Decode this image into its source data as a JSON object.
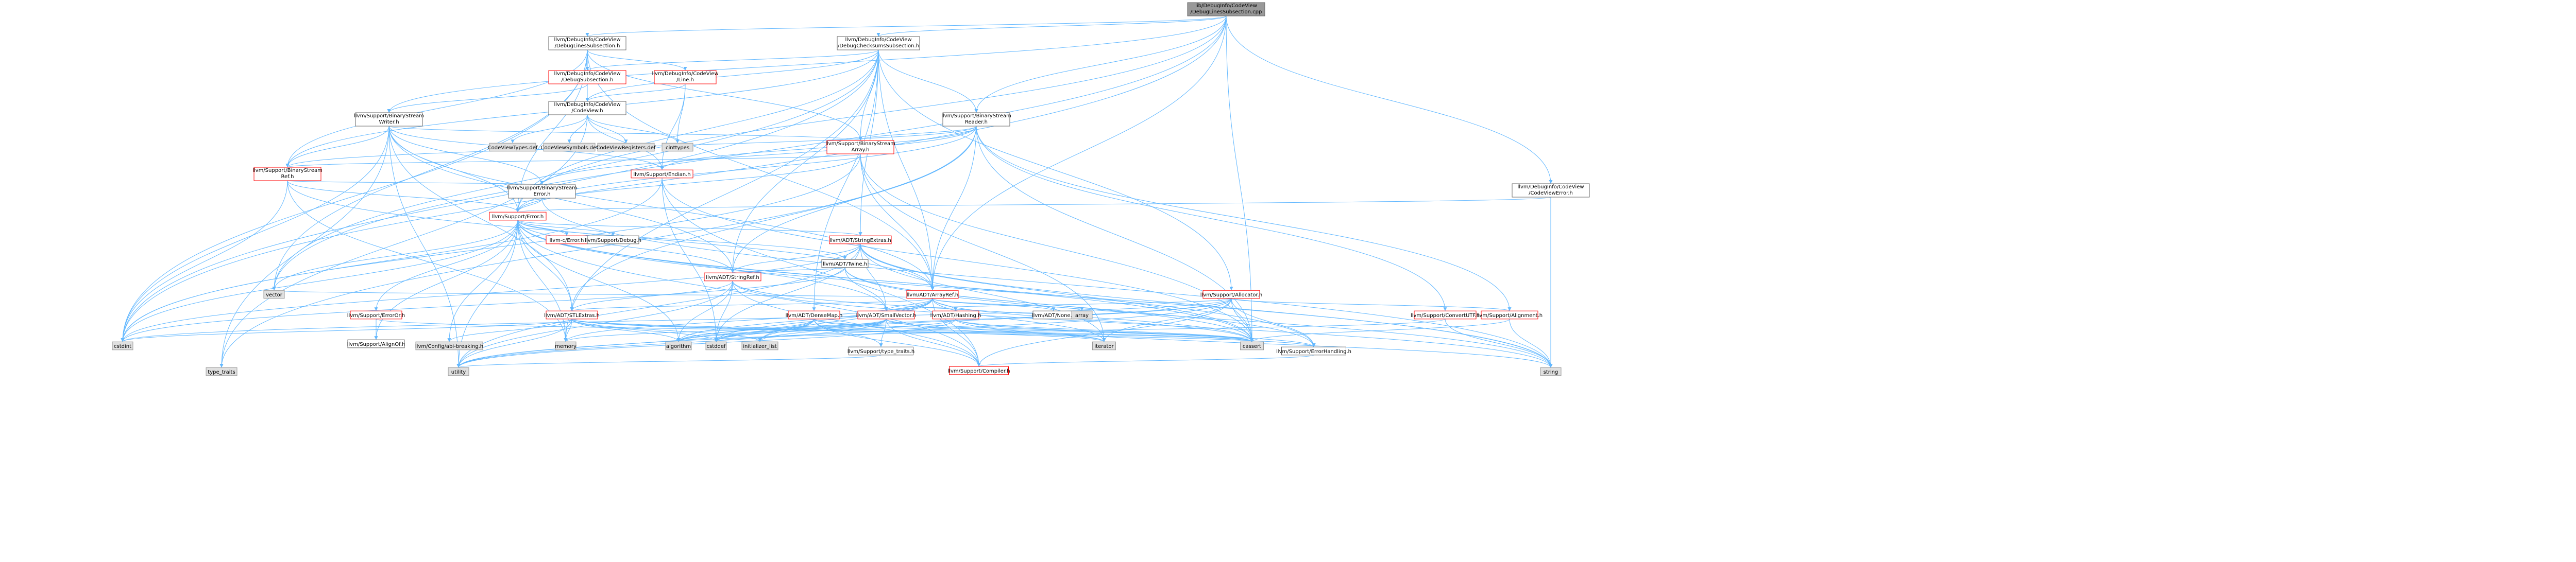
{
  "palette": {
    "root_fill": "#999999",
    "plain_fill": "#ffffff",
    "gray_fill": "#e0e0e0",
    "red_border": "#ff0000",
    "black_border": "#666666",
    "gray_border": "#999999",
    "edge": "#63b8ff"
  },
  "nodes": [
    {
      "id": "root",
      "lines": [
        "lib/DebugInfo/CodeView",
        "/DebugLinesSubsection.cpp"
      ],
      "style": "root"
    },
    {
      "id": "dls_h",
      "lines": [
        "llvm/DebugInfo/CodeView",
        "/DebugLinesSubsection.h"
      ],
      "style": "plain"
    },
    {
      "id": "dcs_h",
      "lines": [
        "llvm/DebugInfo/CodeView",
        "/DebugChecksumsSubsection.h"
      ],
      "style": "plain"
    },
    {
      "id": "ds_h",
      "lines": [
        "llvm/DebugInfo/CodeView",
        "/DebugSubsection.h"
      ],
      "style": "red"
    },
    {
      "id": "line_h",
      "lines": [
        "llvm/DebugInfo/CodeView",
        "/Line.h"
      ],
      "style": "red"
    },
    {
      "id": "cv_h",
      "lines": [
        "llvm/DebugInfo/CodeView",
        "/CodeView.h"
      ],
      "style": "plain"
    },
    {
      "id": "bsw_h",
      "lines": [
        "llvm/Support/BinaryStream",
        "Writer.h"
      ],
      "style": "plain"
    },
    {
      "id": "bsr_h",
      "lines": [
        "llvm/Support/BinaryStream",
        "Reader.h"
      ],
      "style": "plain"
    },
    {
      "id": "cve_h",
      "lines": [
        "llvm/DebugInfo/CodeView",
        "/CodeViewError.h"
      ],
      "style": "plain"
    },
    {
      "id": "cvtypes",
      "lines": [
        "CodeViewTypes.def"
      ],
      "style": "gray"
    },
    {
      "id": "cvsym",
      "lines": [
        "CodeViewSymbols.def"
      ],
      "style": "gray"
    },
    {
      "id": "cvreg",
      "lines": [
        "CodeViewRegisters.def"
      ],
      "style": "gray"
    },
    {
      "id": "cinttypes",
      "lines": [
        "cinttypes"
      ],
      "style": "gray"
    },
    {
      "id": "bsa_h",
      "lines": [
        "llvm/Support/BinaryStream",
        "Array.h"
      ],
      "style": "red"
    },
    {
      "id": "bsref_h",
      "lines": [
        "llvm/Support/BinaryStream",
        "Ref.h"
      ],
      "style": "red"
    },
    {
      "id": "endian_h",
      "lines": [
        "llvm/Support/Endian.h"
      ],
      "style": "red"
    },
    {
      "id": "bse_h",
      "lines": [
        "llvm/Support/BinaryStream",
        "Error.h"
      ],
      "style": "plain"
    },
    {
      "id": "error_h",
      "lines": [
        "llvm/Support/Error.h"
      ],
      "style": "red"
    },
    {
      "id": "cerror",
      "lines": [
        "llvm-c/Error.h"
      ],
      "style": "red"
    },
    {
      "id": "debug_h",
      "lines": [
        "llvm/Support/Debug.h"
      ],
      "style": "plain"
    },
    {
      "id": "strext",
      "lines": [
        "llvm/ADT/StringExtras.h"
      ],
      "style": "red"
    },
    {
      "id": "twine",
      "lines": [
        "llvm/ADT/Twine.h"
      ],
      "style": "plain"
    },
    {
      "id": "strref",
      "lines": [
        "llvm/ADT/StringRef.h"
      ],
      "style": "red"
    },
    {
      "id": "arrref",
      "lines": [
        "llvm/ADT/ArrayRef.h"
      ],
      "style": "red"
    },
    {
      "id": "alloc",
      "lines": [
        "llvm/Support/Allocator.h"
      ],
      "style": "red"
    },
    {
      "id": "erroror",
      "lines": [
        "llvm/Support/ErrorOr.h"
      ],
      "style": "red"
    },
    {
      "id": "stlext",
      "lines": [
        "llvm/ADT/STLExtras.h"
      ],
      "style": "red"
    },
    {
      "id": "densemap",
      "lines": [
        "llvm/ADT/DenseMap.h"
      ],
      "style": "red"
    },
    {
      "id": "smallvec",
      "lines": [
        "llvm/ADT/SmallVector.h"
      ],
      "style": "red"
    },
    {
      "id": "hashing",
      "lines": [
        "llvm/ADT/Hashing.h"
      ],
      "style": "red"
    },
    {
      "id": "none",
      "lines": [
        "llvm/ADT/None.h"
      ],
      "style": "plain"
    },
    {
      "id": "convutf",
      "lines": [
        "llvm/Support/ConvertUTF.h"
      ],
      "style": "red"
    },
    {
      "id": "align",
      "lines": [
        "llvm/Support/Alignment.h"
      ],
      "style": "red"
    },
    {
      "id": "alignof",
      "lines": [
        "llvm/Support/AlignOf.h"
      ],
      "style": "plain"
    },
    {
      "id": "cfgbrk",
      "lines": [
        "llvm/Config/abi-breaking.h"
      ],
      "style": "gray"
    },
    {
      "id": "typetraits_l",
      "lines": [
        "llvm/Support/type_traits.h"
      ],
      "style": "plain"
    },
    {
      "id": "errhandling",
      "lines": [
        "llvm/Support/ErrorHandling.h"
      ],
      "style": "plain"
    },
    {
      "id": "compiler",
      "lines": [
        "llvm/Support/Compiler.h"
      ],
      "style": "red"
    },
    {
      "id": "vector",
      "lines": [
        "vector"
      ],
      "style": "gray"
    },
    {
      "id": "cstdint",
      "lines": [
        "cstdint"
      ],
      "style": "gray"
    },
    {
      "id": "memory",
      "lines": [
        "memory"
      ],
      "style": "gray"
    },
    {
      "id": "algorithm",
      "lines": [
        "algorithm"
      ],
      "style": "gray"
    },
    {
      "id": "cstddef",
      "lines": [
        "cstddef"
      ],
      "style": "gray"
    },
    {
      "id": "initlist",
      "lines": [
        "initializer_list"
      ],
      "style": "gray"
    },
    {
      "id": "iterator",
      "lines": [
        "iterator"
      ],
      "style": "gray"
    },
    {
      "id": "cassert",
      "lines": [
        "cassert"
      ],
      "style": "gray"
    },
    {
      "id": "array",
      "lines": [
        "array"
      ],
      "style": "gray"
    },
    {
      "id": "typetraits",
      "lines": [
        "type_traits"
      ],
      "style": "gray"
    },
    {
      "id": "utility",
      "lines": [
        "utility"
      ],
      "style": "gray"
    },
    {
      "id": "string",
      "lines": [
        "string"
      ],
      "style": "gray"
    }
  ],
  "edges": [
    [
      "root",
      "dls_h"
    ],
    [
      "root",
      "dcs_h"
    ],
    [
      "root",
      "cve_h"
    ],
    [
      "root",
      "bsr_h"
    ],
    [
      "root",
      "bsw_h"
    ],
    [
      "root",
      "error_h"
    ],
    [
      "root",
      "arrref"
    ],
    [
      "root",
      "cassert"
    ],
    [
      "root",
      "cstdint"
    ],
    [
      "root",
      "vector"
    ],
    [
      "dls_h",
      "ds_h"
    ],
    [
      "dls_h",
      "line_h"
    ],
    [
      "dls_h",
      "cv_h"
    ],
    [
      "dls_h",
      "bsa_h"
    ],
    [
      "dls_h",
      "bsref_h"
    ],
    [
      "dls_h",
      "error_h"
    ],
    [
      "dls_h",
      "arrref"
    ],
    [
      "dls_h",
      "cstdint"
    ],
    [
      "dls_h",
      "vector"
    ],
    [
      "dcs_h",
      "ds_h"
    ],
    [
      "dcs_h",
      "cv_h"
    ],
    [
      "dcs_h",
      "bsr_h"
    ],
    [
      "dcs_h",
      "bsa_h"
    ],
    [
      "dcs_h",
      "bsref_h"
    ],
    [
      "dcs_h",
      "error_h"
    ],
    [
      "dcs_h",
      "strext"
    ],
    [
      "dcs_h",
      "arrref"
    ],
    [
      "dcs_h",
      "strref"
    ],
    [
      "dcs_h",
      "densemap"
    ],
    [
      "dcs_h",
      "alloc"
    ],
    [
      "dcs_h",
      "memory"
    ],
    [
      "dcs_h",
      "cstdint"
    ],
    [
      "dcs_h",
      "vector"
    ],
    [
      "ds_h",
      "cv_h"
    ],
    [
      "ds_h",
      "bsw_h"
    ],
    [
      "line_h",
      "cv_h"
    ],
    [
      "line_h",
      "endian_h"
    ],
    [
      "line_h",
      "cinttypes"
    ],
    [
      "cv_h",
      "cvtypes"
    ],
    [
      "cv_h",
      "cvsym"
    ],
    [
      "cv_h",
      "cvreg"
    ],
    [
      "cv_h",
      "cinttypes"
    ],
    [
      "cv_h",
      "endian_h"
    ],
    [
      "cv_h",
      "typetraits"
    ],
    [
      "bsw_h",
      "bsa_h"
    ],
    [
      "bsw_h",
      "bsref_h"
    ],
    [
      "bsw_h",
      "bse_h"
    ],
    [
      "bsw_h",
      "endian_h"
    ],
    [
      "bsw_h",
      "error_h"
    ],
    [
      "bsw_h",
      "arrref"
    ],
    [
      "bsw_h",
      "stlext"
    ],
    [
      "bsw_h",
      "strref"
    ],
    [
      "bsw_h",
      "cstdint"
    ],
    [
      "bsw_h",
      "typetraits"
    ],
    [
      "bsw_h",
      "utility"
    ],
    [
      "bsr_h",
      "bsa_h"
    ],
    [
      "bsr_h",
      "bsref_h"
    ],
    [
      "bsr_h",
      "bse_h"
    ],
    [
      "bsr_h",
      "endian_h"
    ],
    [
      "bsr_h",
      "error_h"
    ],
    [
      "bsr_h",
      "convutf"
    ],
    [
      "bsr_h",
      "align"
    ],
    [
      "bsr_h",
      "arrref"
    ],
    [
      "bsr_h",
      "stlext"
    ],
    [
      "bsr_h",
      "strref"
    ],
    [
      "bsr_h",
      "typetraits"
    ],
    [
      "bsr_h",
      "cassert"
    ],
    [
      "cve_h",
      "error_h"
    ],
    [
      "cve_h",
      "string"
    ],
    [
      "bsa_h",
      "bsref_h"
    ],
    [
      "bsa_h",
      "error_h"
    ],
    [
      "bsa_h",
      "arrref"
    ],
    [
      "bsa_h",
      "iterator"
    ],
    [
      "bsa_h",
      "cassert"
    ],
    [
      "bsa_h",
      "cstdint"
    ],
    [
      "bsref_h",
      "bse_h"
    ],
    [
      "bsref_h",
      "error_h"
    ],
    [
      "bsref_h",
      "arrref"
    ],
    [
      "bsref_h",
      "memory"
    ],
    [
      "bsref_h",
      "cstdint"
    ],
    [
      "endian_h",
      "compiler"
    ],
    [
      "endian_h",
      "cassert"
    ],
    [
      "endian_h",
      "cstddef"
    ],
    [
      "endian_h",
      "cstdint"
    ],
    [
      "endian_h",
      "type_traits"
    ],
    [
      "bse_h",
      "error_h"
    ],
    [
      "bse_h",
      "string"
    ],
    [
      "error_h",
      "cerror"
    ],
    [
      "error_h",
      "debug_h"
    ],
    [
      "error_h",
      "strext"
    ],
    [
      "error_h",
      "twine"
    ],
    [
      "error_h",
      "strref"
    ],
    [
      "error_h",
      "stlext"
    ],
    [
      "error_h",
      "smallvec"
    ],
    [
      "error_h",
      "cfgbrk"
    ],
    [
      "error_h",
      "alignof"
    ],
    [
      "error_h",
      "compiler"
    ],
    [
      "error_h",
      "errhandling"
    ],
    [
      "error_h",
      "erroror"
    ],
    [
      "error_h",
      "algorithm"
    ],
    [
      "error_h",
      "cassert"
    ],
    [
      "error_h",
      "cstdint"
    ],
    [
      "error_h",
      "cstdlib"
    ],
    [
      "error_h",
      "functional"
    ],
    [
      "error_h",
      "memory"
    ],
    [
      "error_h",
      "new"
    ],
    [
      "error_h",
      "string"
    ],
    [
      "error_h",
      "system_error"
    ],
    [
      "error_h",
      "type_traits"
    ],
    [
      "error_h",
      "utility"
    ],
    [
      "error_h",
      "vector"
    ],
    [
      "strext",
      "arrref"
    ],
    [
      "strext",
      "strref"
    ],
    [
      "strext",
      "twine"
    ],
    [
      "strext",
      "smallvec"
    ],
    [
      "strext",
      "cassert"
    ],
    [
      "strext",
      "cstddef"
    ],
    [
      "strext",
      "cstdint"
    ],
    [
      "strext",
      "cstdlib"
    ],
    [
      "strext",
      "iterator"
    ],
    [
      "strext",
      "string"
    ],
    [
      "strext",
      "utility"
    ],
    [
      "twine",
      "smallvec"
    ],
    [
      "twine",
      "strref"
    ],
    [
      "twine",
      "errhandling"
    ],
    [
      "twine",
      "cassert"
    ],
    [
      "twine",
      "cstdint"
    ],
    [
      "twine",
      "string"
    ],
    [
      "strref",
      "stlext"
    ],
    [
      "strref",
      "compiler"
    ],
    [
      "strref",
      "algorithm"
    ],
    [
      "strref",
      "cassert"
    ],
    [
      "strref",
      "cstddef"
    ],
    [
      "strref",
      "cstring"
    ],
    [
      "strref",
      "limits"
    ],
    [
      "strref",
      "string"
    ],
    [
      "strref",
      "type_traits"
    ],
    [
      "strref",
      "utility"
    ],
    [
      "arrref",
      "hashing"
    ],
    [
      "arrref",
      "none"
    ],
    [
      "arrref",
      "smallvec"
    ],
    [
      "arrref",
      "stlext"
    ],
    [
      "arrref",
      "compiler"
    ],
    [
      "arrref",
      "algorithm"
    ],
    [
      "arrref",
      "array"
    ],
    [
      "arrref",
      "cassert"
    ],
    [
      "arrref",
      "cstddef"
    ],
    [
      "arrref",
      "initlist"
    ],
    [
      "arrref",
      "iterator"
    ],
    [
      "arrref",
      "memory"
    ],
    [
      "arrref",
      "type_traits"
    ],
    [
      "arrref",
      "vector"
    ],
    [
      "alloc",
      "smallvec"
    ],
    [
      "alloc",
      "align"
    ],
    [
      "alloc",
      "compiler"
    ],
    [
      "alloc",
      "errhandling"
    ],
    [
      "alloc",
      "algorithm"
    ],
    [
      "alloc",
      "cassert"
    ],
    [
      "alloc",
      "cstddef"
    ],
    [
      "alloc",
      "cstdint"
    ],
    [
      "alloc",
      "iterator"
    ],
    [
      "alloc",
      "type_traits"
    ],
    [
      "alloc",
      "utility"
    ],
    [
      "erroror",
      "alignof"
    ],
    [
      "erroror",
      "cassert"
    ],
    [
      "erroror",
      "type_traits"
    ],
    [
      "stlext",
      "cfgbrk"
    ],
    [
      "stlext",
      "errhandling"
    ],
    [
      "stlext",
      "algorithm"
    ],
    [
      "stlext",
      "cassert"
    ],
    [
      "stlext",
      "cstddef"
    ],
    [
      "stlext",
      "cstdint"
    ],
    [
      "stlext",
      "initlist"
    ],
    [
      "stlext",
      "iterator"
    ],
    [
      "stlext",
      "memory"
    ],
    [
      "stlext",
      "type_traits"
    ],
    [
      "stlext",
      "utility"
    ],
    [
      "densemap",
      "compiler"
    ],
    [
      "densemap",
      "typetraits_l"
    ],
    [
      "densemap",
      "algorithm"
    ],
    [
      "densemap",
      "cassert"
    ],
    [
      "densemap",
      "cstddef"
    ],
    [
      "densemap",
      "initlist"
    ],
    [
      "densemap",
      "iterator"
    ],
    [
      "densemap",
      "type_traits"
    ],
    [
      "densemap",
      "utility"
    ],
    [
      "smallvec",
      "compiler"
    ],
    [
      "smallvec",
      "typetraits_l"
    ],
    [
      "smallvec",
      "algorithm"
    ],
    [
      "smallvec",
      "cassert"
    ],
    [
      "smallvec",
      "cstddef"
    ],
    [
      "smallvec",
      "initlist"
    ],
    [
      "smallvec",
      "iterator"
    ],
    [
      "smallvec",
      "memory"
    ],
    [
      "smallvec",
      "type_traits"
    ],
    [
      "smallvec",
      "utility"
    ],
    [
      "hashing",
      "errhandling"
    ],
    [
      "hashing",
      "algorithm"
    ],
    [
      "hashing",
      "cassert"
    ],
    [
      "hashing",
      "string"
    ],
    [
      "hashing",
      "type_traits"
    ],
    [
      "hashing",
      "utility"
    ],
    [
      "convutf",
      "cstddef"
    ],
    [
      "convutf",
      "string"
    ],
    [
      "align",
      "cassert"
    ],
    [
      "align",
      "string"
    ],
    [
      "alignof",
      "type_traits"
    ],
    [
      "typetraits_l",
      "type_traits"
    ],
    [
      "typetraits_l",
      "utility"
    ],
    [
      "errhandling",
      "compiler"
    ]
  ]
}
